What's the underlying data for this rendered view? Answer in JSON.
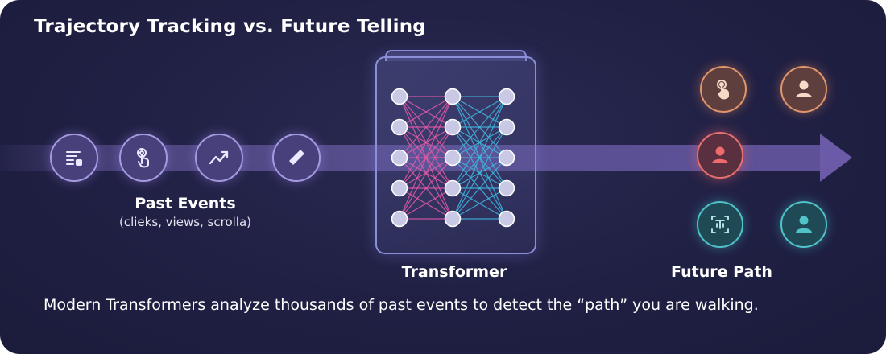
{
  "title": "Trajectory Tracking vs. Future Telling",
  "past_events": {
    "label": "Past Events",
    "sublabel": "(clieks, views, scrolla)",
    "icons": [
      "list-document-icon",
      "tap-hand-icon",
      "trend-line-icon",
      "pencil-icon"
    ]
  },
  "transformer": {
    "label": "Transformer",
    "layer_sizes": [
      5,
      5,
      5
    ]
  },
  "future_path": {
    "label": "Future Path",
    "icons": [
      "tap-hand-icon",
      "user-icon",
      "user-icon",
      "scan-text-icon",
      "user-icon"
    ]
  },
  "caption": "Modern Transformers analyze thousands of past events to detect the “path” you are walking.",
  "colors": {
    "background": "#202044",
    "past_accent": "#a49ae0",
    "orange": "#e0956a",
    "red": "#e76f6f",
    "teal": "#4fc3c8",
    "pink_links": "#e45aa8",
    "blue_links": "#3fb8e0"
  }
}
